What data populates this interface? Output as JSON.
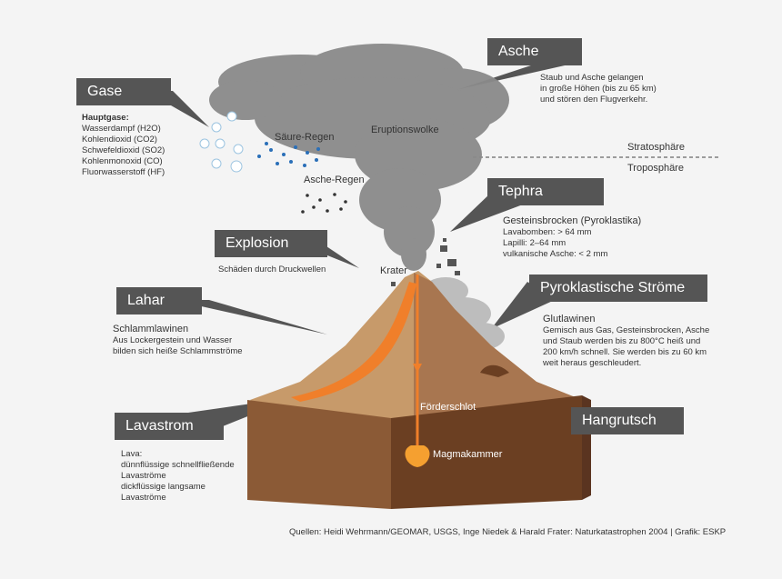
{
  "labels": {
    "asche": {
      "title": "Asche",
      "text": [
        "Staub und Asche gelangen",
        "in große Höhen (bis zu 65 km)",
        "und stören den Flugverkehr."
      ]
    },
    "gase": {
      "title": "Gase",
      "subtitle": "Hauptgase:",
      "items": [
        "Wasserdampf (H2O)",
        "Kohlendioxid (CO2)",
        "Schwefeldioxid (SO2)",
        "Kohlenmonoxid (CO)",
        "Fluorwasserstoff (HF)"
      ]
    },
    "tephra": {
      "title": "Tephra",
      "subtitle": "Gesteinsbrocken (Pyroklastika)",
      "items": [
        "Lavabomben: > 64 mm",
        "Lapilli: 2–64 mm",
        "vulkanische Asche: < 2 mm"
      ]
    },
    "explosion": {
      "title": "Explosion",
      "text": "Schäden durch Druckwellen"
    },
    "lahar": {
      "title": "Lahar",
      "subtitle": "Schlammlawinen",
      "text": [
        "Aus Lockergestein und Wasser",
        "bilden sich heiße Schlammströme"
      ]
    },
    "pyro": {
      "title": "Pyroklastische Ströme",
      "subtitle": "Glutlawinen",
      "text": [
        "Gemisch aus Gas, Gesteinsbrocken, Asche",
        "und Staub werden bis zu 800°C heiß und",
        "200 km/h schnell. Sie werden bis zu 60 km",
        "weit heraus geschleudert."
      ]
    },
    "lavastrom": {
      "title": "Lavastrom",
      "items": [
        "Lava:",
        "dünnflüssige schnellfließende",
        "Lavaströme",
        "dickflüssige langsame",
        "Lavaströme"
      ]
    },
    "hangrutsch": {
      "title": "Hangrutsch"
    }
  },
  "diagram": {
    "eruptionswolke": "Eruptionswolke",
    "saeure_regen": "Säure-Regen",
    "asche_regen": "Asche-Regen",
    "stratosphaere": "Stratosphäre",
    "troposphaere": "Troposphäre",
    "krater": "Krater",
    "foerderschlot": "Förderschlot",
    "magmakammer": "Magmakammer"
  },
  "footer": "Quellen: Heidi Wehrmann/GEOMAR, USGS, Inge Niedek & Harald Frater: Naturkatastrophen 2004 | Grafik: ESKP",
  "colors": {
    "tag": "#555555",
    "smoke": "#8a8a8a",
    "lava": "#f07f2a",
    "earth_dark": "#7a4a2a",
    "earth_light": "#c79a6a",
    "magma": "#f5a030"
  }
}
